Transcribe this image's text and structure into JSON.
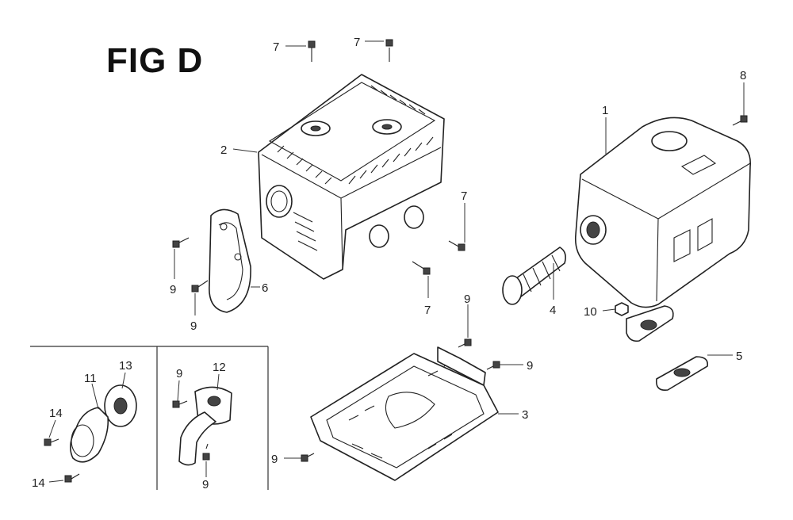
{
  "figure": {
    "title": "FIG D"
  },
  "callouts": [
    {
      "label": "1",
      "part": "muffler"
    },
    {
      "label": "2",
      "part": "muffler-protector"
    },
    {
      "label": "3",
      "part": "muffler-stay"
    },
    {
      "label": "4",
      "part": "spark-arrester"
    },
    {
      "label": "5",
      "part": "muffler-gasket"
    },
    {
      "label": "6",
      "part": "exhaust-deflector"
    },
    {
      "label": "7",
      "part": "bolt"
    },
    {
      "label": "8",
      "part": "bolt"
    },
    {
      "label": "9",
      "part": "screw"
    },
    {
      "label": "10",
      "part": "nut"
    },
    {
      "label": "11",
      "part": "exhaust-cap"
    },
    {
      "label": "12",
      "part": "exhaust-pipe"
    },
    {
      "label": "13",
      "part": "gasket"
    },
    {
      "label": "14",
      "part": "screw"
    }
  ],
  "labels": {
    "c1": "1",
    "c2": "2",
    "c3": "3",
    "c4": "4",
    "c5": "5",
    "c6": "6",
    "c7a": "7",
    "c7b": "7",
    "c7c": "7",
    "c7d": "7",
    "c8": "8",
    "c9a": "9",
    "c9b": "9",
    "c9c": "9",
    "c9d": "9",
    "c9e": "9",
    "c9f": "9",
    "c9g": "9",
    "c10": "10",
    "c11": "11",
    "c12": "12",
    "c13": "13",
    "c14a": "14",
    "c14b": "14"
  }
}
